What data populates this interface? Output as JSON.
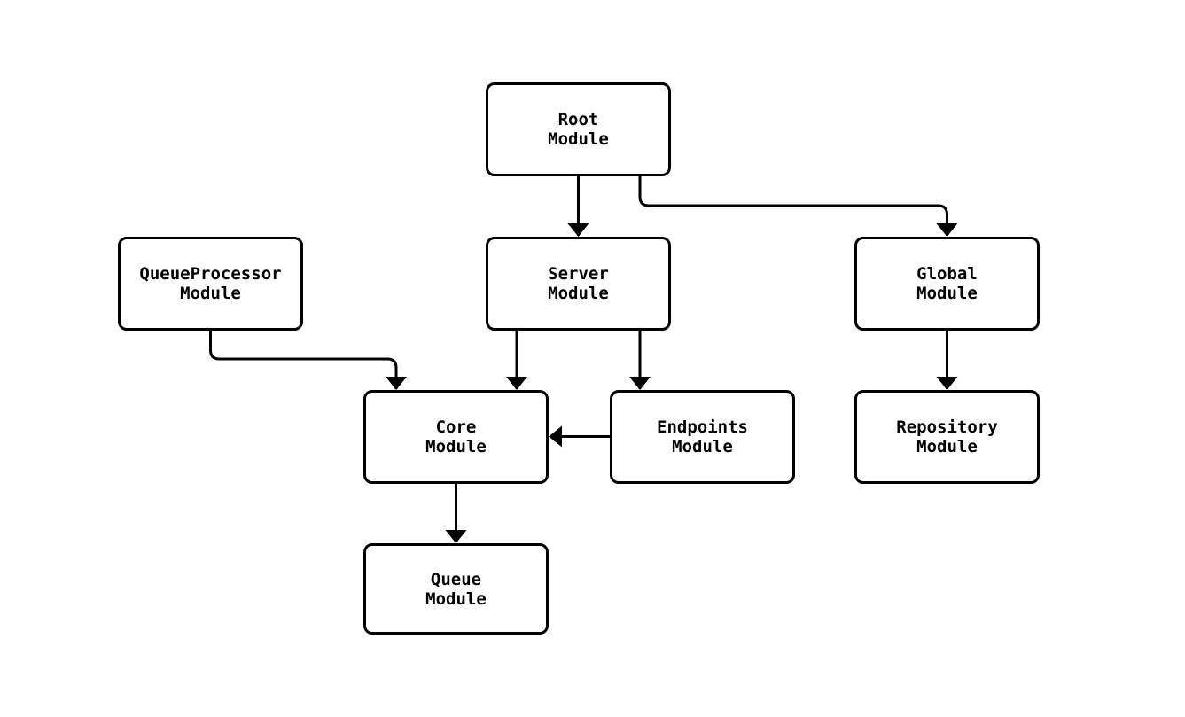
{
  "diagram": {
    "type": "module-dependency-graph",
    "background_color": "#ffffff",
    "node_fill_color": "#ffffff",
    "node_border_color": "#000000",
    "text_color": "#000000",
    "edge_color": "#000000",
    "nodes": {
      "root": {
        "label": "Root\nModule"
      },
      "queue_processor": {
        "label": "QueueProcessor\nModule"
      },
      "server": {
        "label": "Server\nModule"
      },
      "global": {
        "label": "Global\nModule"
      },
      "core": {
        "label": "Core\nModule"
      },
      "endpoints": {
        "label": "Endpoints\nModule"
      },
      "repository": {
        "label": "Repository\nModule"
      },
      "queue": {
        "label": "Queue\nModule"
      }
    },
    "edges": [
      {
        "from": "Root Module",
        "to": "Server Module"
      },
      {
        "from": "Root Module",
        "to": "Global Module"
      },
      {
        "from": "QueueProcessor Module",
        "to": "Core Module"
      },
      {
        "from": "Server Module",
        "to": "Core Module"
      },
      {
        "from": "Server Module",
        "to": "Endpoints Module"
      },
      {
        "from": "Endpoints Module",
        "to": "Core Module"
      },
      {
        "from": "Global Module",
        "to": "Repository Module"
      },
      {
        "from": "Core Module",
        "to": "Queue Module"
      }
    ]
  }
}
